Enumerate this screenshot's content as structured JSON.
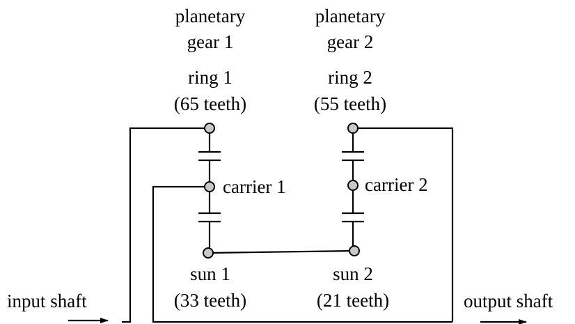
{
  "gear1": {
    "title_line1": "planetary",
    "title_line2": "gear 1",
    "ring_line1": "ring 1",
    "ring_line2": "(65 teeth)",
    "carrier": "carrier 1",
    "sun_line1": "sun 1",
    "sun_line2": "(33 teeth)"
  },
  "gear2": {
    "title_line1": "planetary",
    "title_line2": "gear 2",
    "ring_line1": "ring 2",
    "ring_line2": "(55 teeth)",
    "carrier": "carrier 2",
    "sun_line1": "sun 2",
    "sun_line2": "(21 teeth)"
  },
  "input_label": "input shaft",
  "output_label": "output shaft",
  "node_color": "#c8c8c8"
}
